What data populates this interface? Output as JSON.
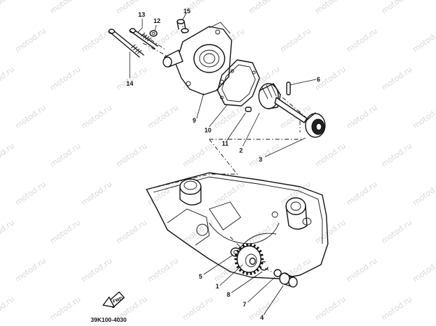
{
  "watermark": "motod.ru",
  "diagram_code": "39K100-4030",
  "direction_badge": "FWD",
  "callouts": [
    {
      "id": "1",
      "label": "1"
    },
    {
      "id": "2",
      "label": "2"
    },
    {
      "id": "3",
      "label": "3"
    },
    {
      "id": "4",
      "label": "4"
    },
    {
      "id": "5",
      "label": "5"
    },
    {
      "id": "6",
      "label": "6"
    },
    {
      "id": "7",
      "label": "7"
    },
    {
      "id": "8",
      "label": "8"
    },
    {
      "id": "9",
      "label": "9"
    },
    {
      "id": "10",
      "label": "10"
    },
    {
      "id": "11",
      "label": "11"
    },
    {
      "id": "12",
      "label": "12"
    },
    {
      "id": "13",
      "label": "13"
    },
    {
      "id": "14",
      "label": "14"
    },
    {
      "id": "15",
      "label": "15"
    }
  ]
}
